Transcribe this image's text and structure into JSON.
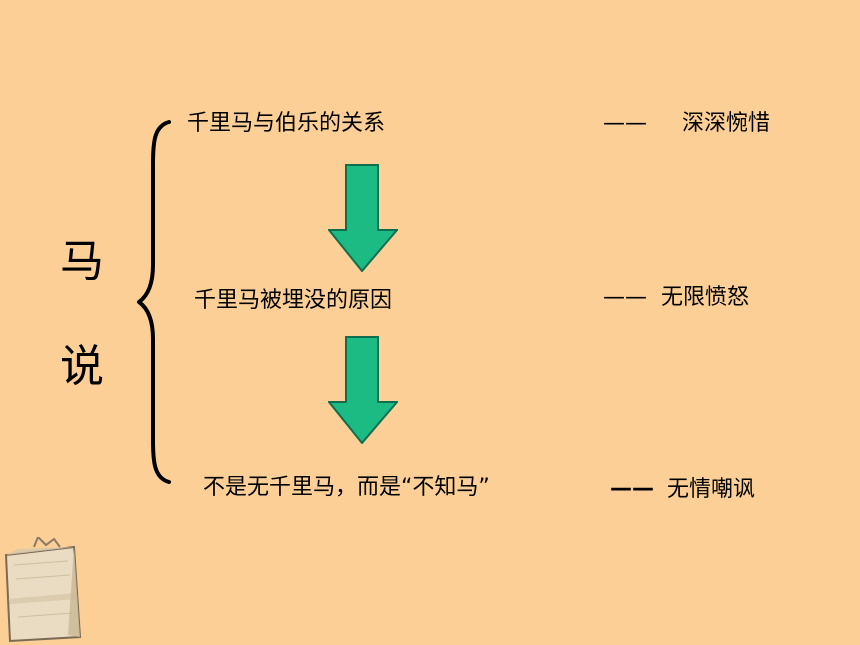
{
  "title": {
    "char_1": "马",
    "char_2": "说"
  },
  "flow": [
    {
      "text": "千里马与伯乐的关系",
      "dash": "——",
      "emotion": "深深惋惜"
    },
    {
      "text": "千里马被埋没的原因",
      "dash": "——",
      "emotion": "无限愤怒"
    },
    {
      "text": "不是无千里马，而是“不知马”",
      "dash": "——",
      "emotion": "无情嘲讽"
    }
  ],
  "colors": {
    "background": "#fbcf96",
    "arrow_fill": "#1dbb84",
    "arrow_stroke": "#0e6e50",
    "text": "#000000"
  },
  "icons": {
    "brace": "curly-brace-icon",
    "arrow": "down-arrow-icon",
    "paper": "paper-icon"
  }
}
